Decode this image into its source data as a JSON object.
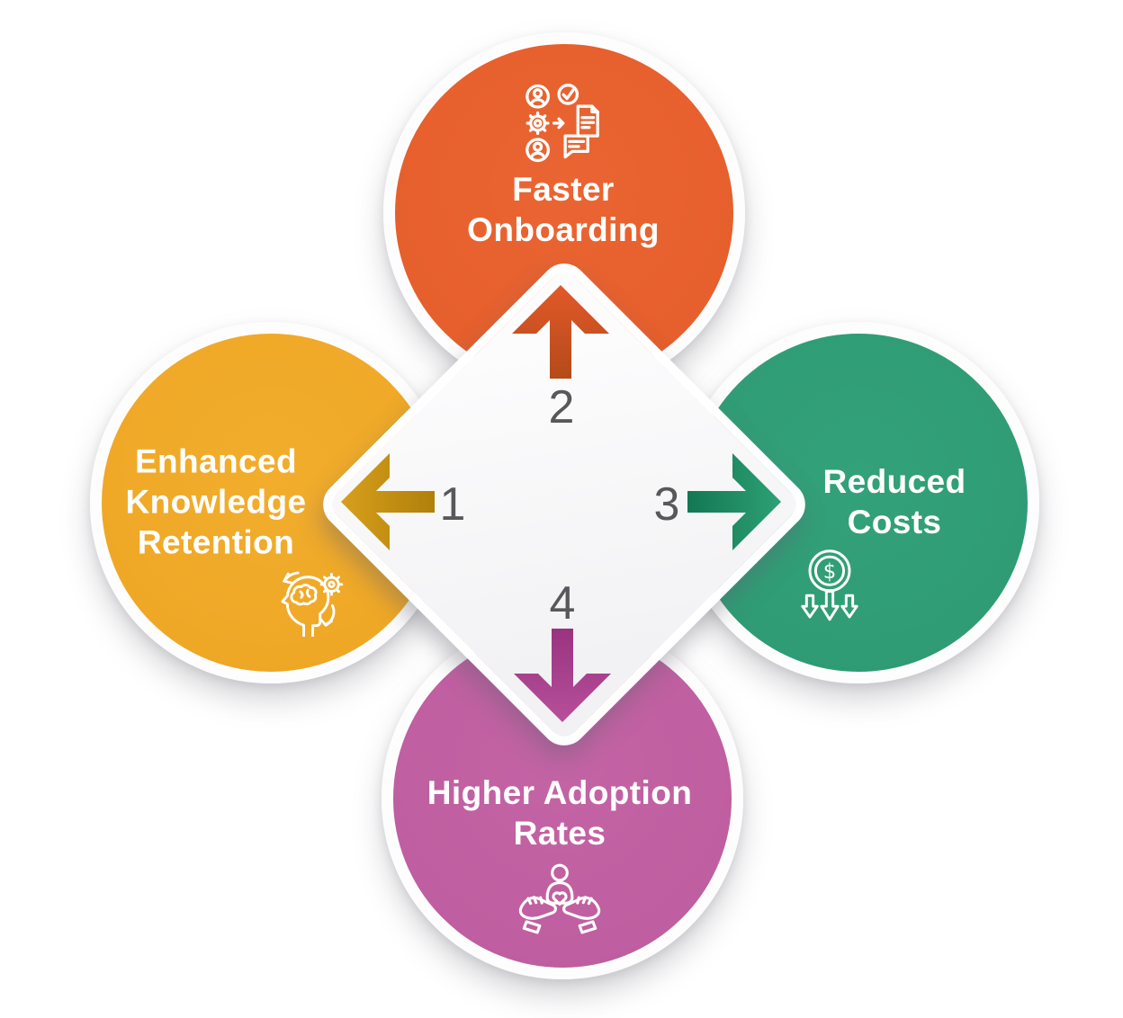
{
  "figure": {
    "type": "infographic-four-benefits",
    "background_color": "#ffffff",
    "center": {
      "shape": "diamond",
      "fill": "#f4f4f6",
      "number_color": "#58585b"
    },
    "steps": [
      {
        "number": "1",
        "direction": "left",
        "points_to": "Enhanced Knowledge Retention",
        "arrow_dark": "#AF800A",
        "arrow_light": "#D89F1C"
      },
      {
        "number": "2",
        "direction": "up",
        "points_to": "Faster Onboarding",
        "arrow_dark": "#B54A19",
        "arrow_light": "#E2592A"
      },
      {
        "number": "3",
        "direction": "right",
        "points_to": "Reduced Costs",
        "arrow_dark": "#137753",
        "arrow_light": "#2EA175"
      },
      {
        "number": "4",
        "direction": "down",
        "points_to": "Higher Adoption Rates",
        "arrow_dark": "#99347F",
        "arrow_light": "#B74F9B"
      }
    ],
    "nodes": [
      {
        "id": "faster-onboarding",
        "label": "Faster Onboarding",
        "lines": [
          "Faster",
          "Onboarding"
        ],
        "color": "#E65F2C",
        "icon": "onboarding-people-process-icon",
        "step": "2"
      },
      {
        "id": "enhanced-knowledge-retention",
        "label": "Enhanced Knowledge Retention",
        "lines": [
          "Enhanced",
          "Knowledge",
          "Retention"
        ],
        "color": "#EFA826",
        "icon": "brain-gears-icon",
        "step": "1"
      },
      {
        "id": "reduced-costs",
        "label": "Reduced Costs",
        "lines": [
          "Reduced",
          "Costs"
        ],
        "color": "#2F9C75",
        "icon": "dollar-cost-decrease-icon",
        "step": "3"
      },
      {
        "id": "higher-adoption-rates",
        "label": "Higher Adoption Rates",
        "lines": [
          "Higher Adoption",
          "Rates"
        ],
        "color": "#BF5EA0",
        "icon": "hands-holding-person-icon",
        "step": "4"
      }
    ],
    "text_color": "#ffffff"
  }
}
